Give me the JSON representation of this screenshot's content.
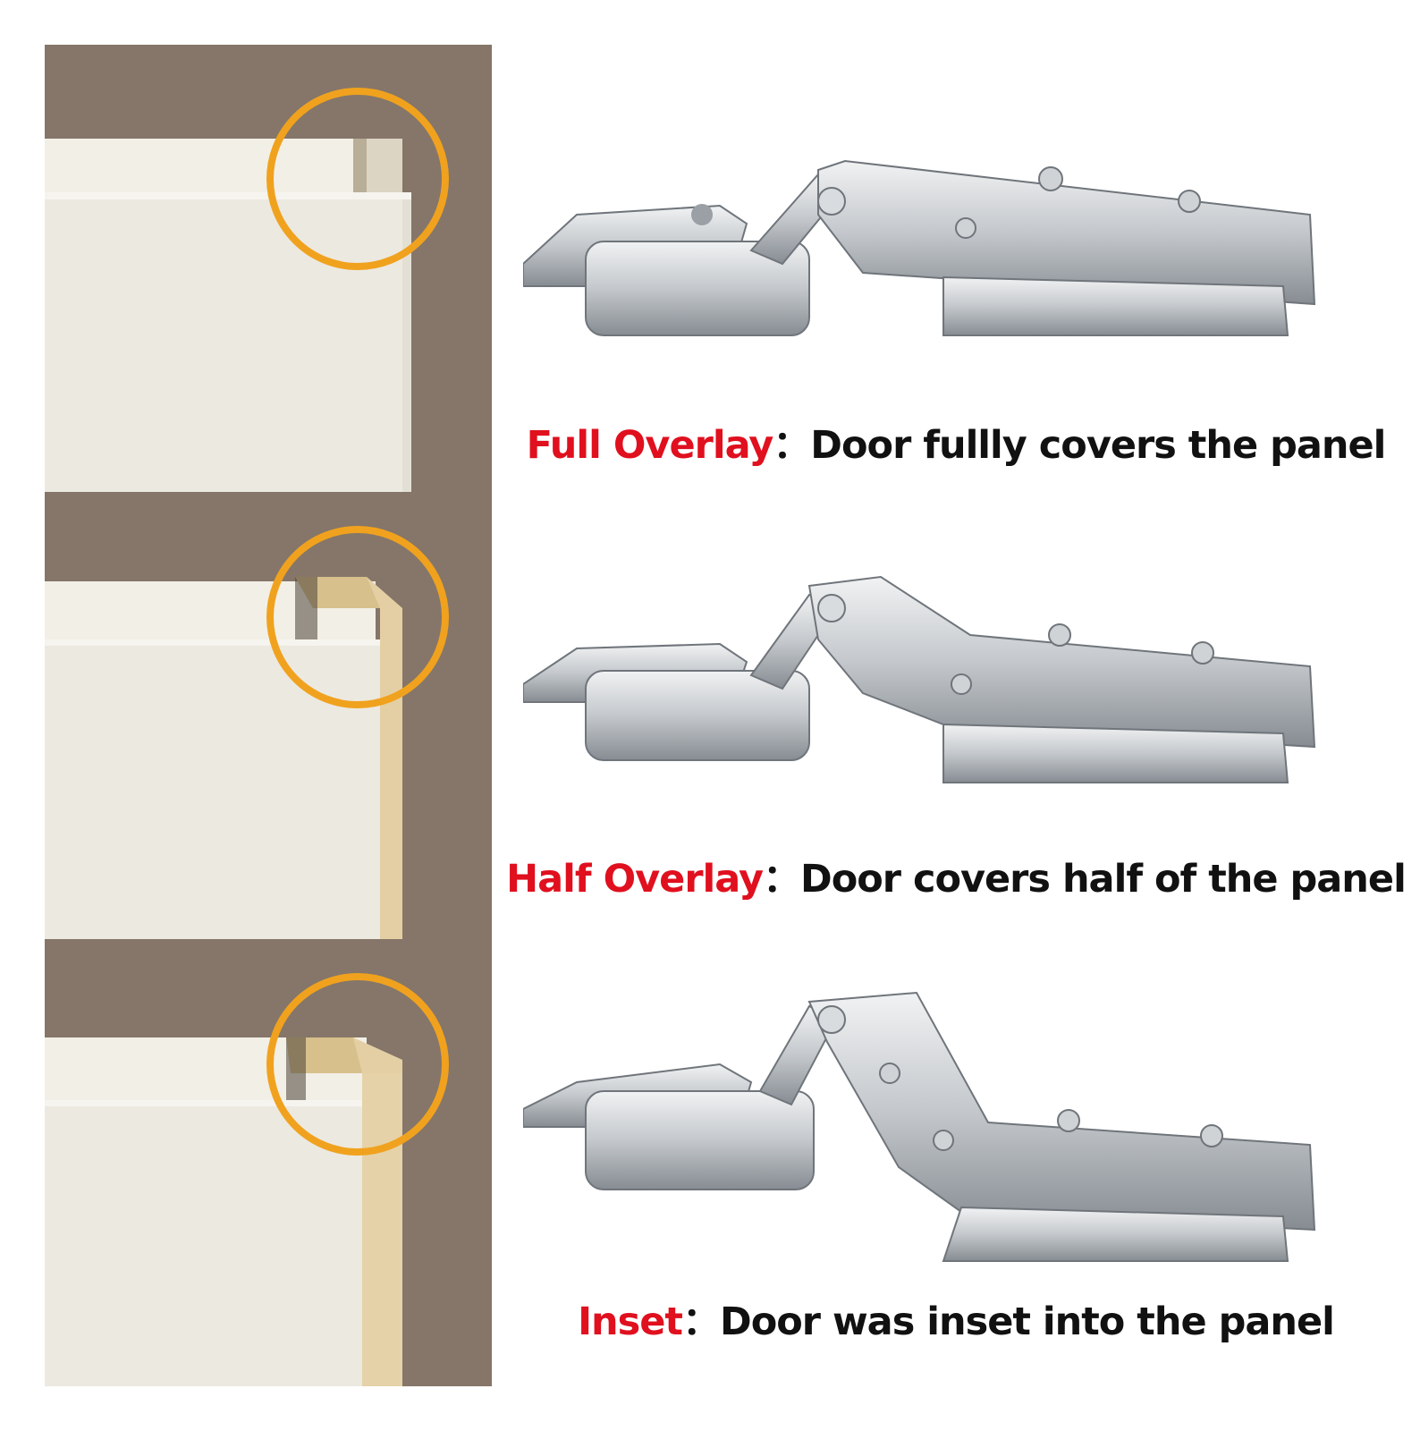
{
  "colors": {
    "wall": "#857669",
    "panel": "#f0ede4",
    "door": "#ece9e1",
    "edge": "#e4cfa4",
    "ring": "#f0a21e",
    "term": "#e0101e",
    "text": "#111111",
    "metal_light": "#e8eaec",
    "metal_mid": "#b9bec3",
    "metal_dark": "#7e848a"
  },
  "rows": [
    {
      "id": "full-overlay",
      "term": "Full Overlay",
      "separator": "：",
      "description": "Door fullly covers the panel"
    },
    {
      "id": "half-overlay",
      "term": "Half Overlay",
      "separator": "：",
      "description": "Door covers half of the panel"
    },
    {
      "id": "inset",
      "term": "Inset",
      "separator": "：",
      "description": "Door was inset into the panel"
    }
  ]
}
